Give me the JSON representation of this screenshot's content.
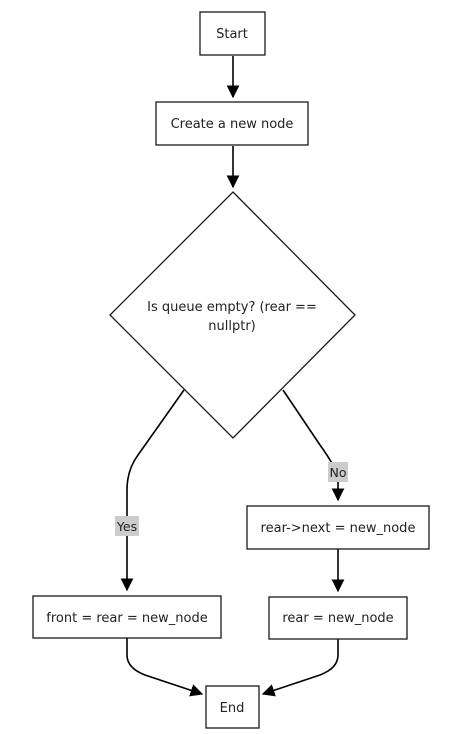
{
  "flowchart": {
    "nodes": {
      "start": "Start",
      "create": "Create a new node",
      "decision_line1": "Is queue empty? (rear ==",
      "decision_line2": "nullptr)",
      "front_rear": "front = rear = new_node",
      "rear_next": "rear->next = new_node",
      "rear_assign": "rear = new_node",
      "end": "End"
    },
    "edge_labels": {
      "yes": "Yes",
      "no": "No"
    }
  }
}
